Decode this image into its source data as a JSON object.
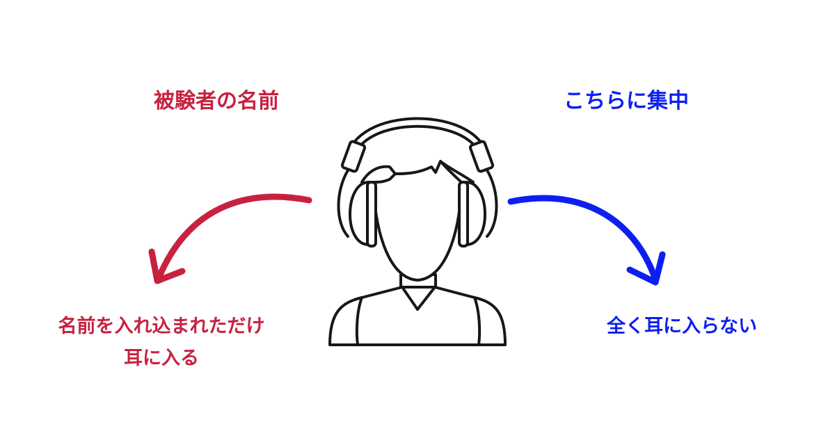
{
  "left": {
    "title": "被験者の名前",
    "caption_line1": "名前を入れ込まれただけ",
    "caption_line2": "耳に入る"
  },
  "right": {
    "title": "こちらに集中",
    "caption": "全く耳に入らない"
  },
  "colors": {
    "red": "#c8213f",
    "blue": "#0d1ff0",
    "outline": "#1a1616"
  }
}
